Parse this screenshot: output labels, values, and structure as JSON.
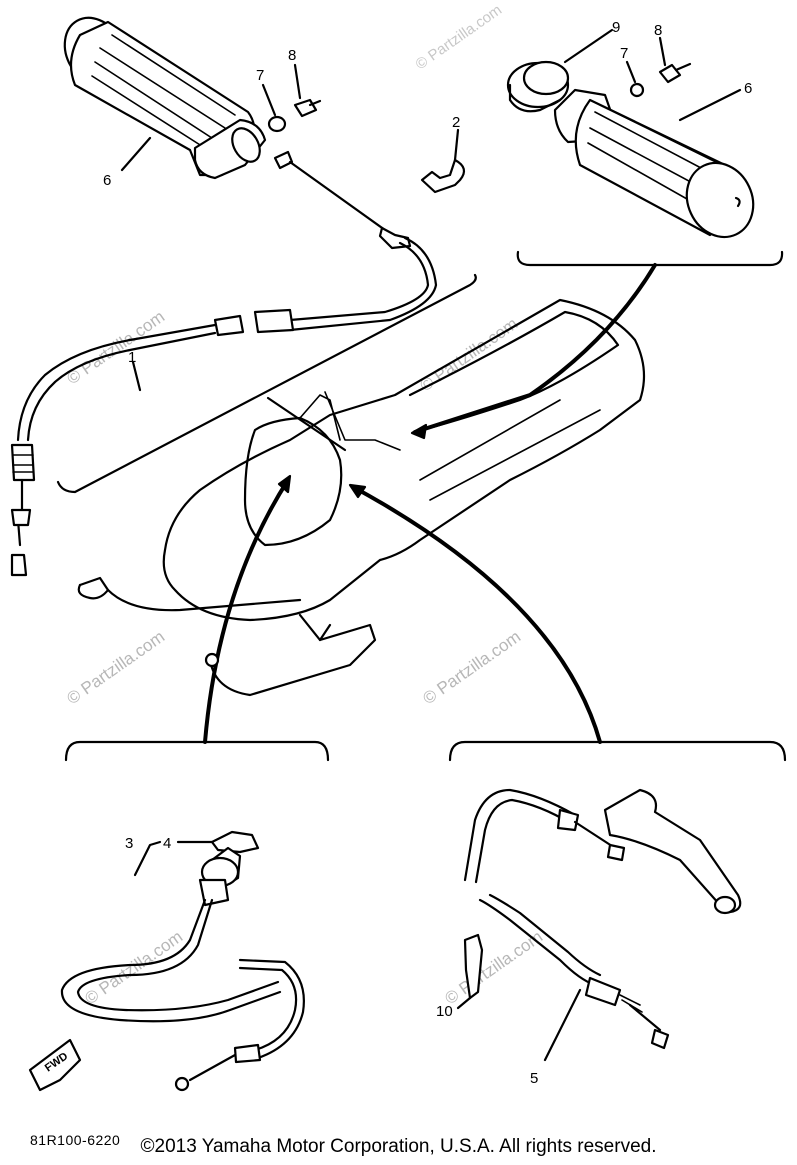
{
  "callouts": {
    "c1": "1",
    "c2": "2",
    "c3": "3",
    "c4": "4",
    "c5": "5",
    "c6_left": "6",
    "c6_right": "6",
    "c7_left": "7",
    "c7_right": "7",
    "c8_left": "8",
    "c8_right": "8",
    "c9": "9",
    "c10": "10"
  },
  "fwd_label": "FWD",
  "part_code": "81R100-6220",
  "watermark": "© Partzilla.com",
  "copyright": "©2013  Yamaha Motor Corporation, U.S.A. All rights reserved."
}
